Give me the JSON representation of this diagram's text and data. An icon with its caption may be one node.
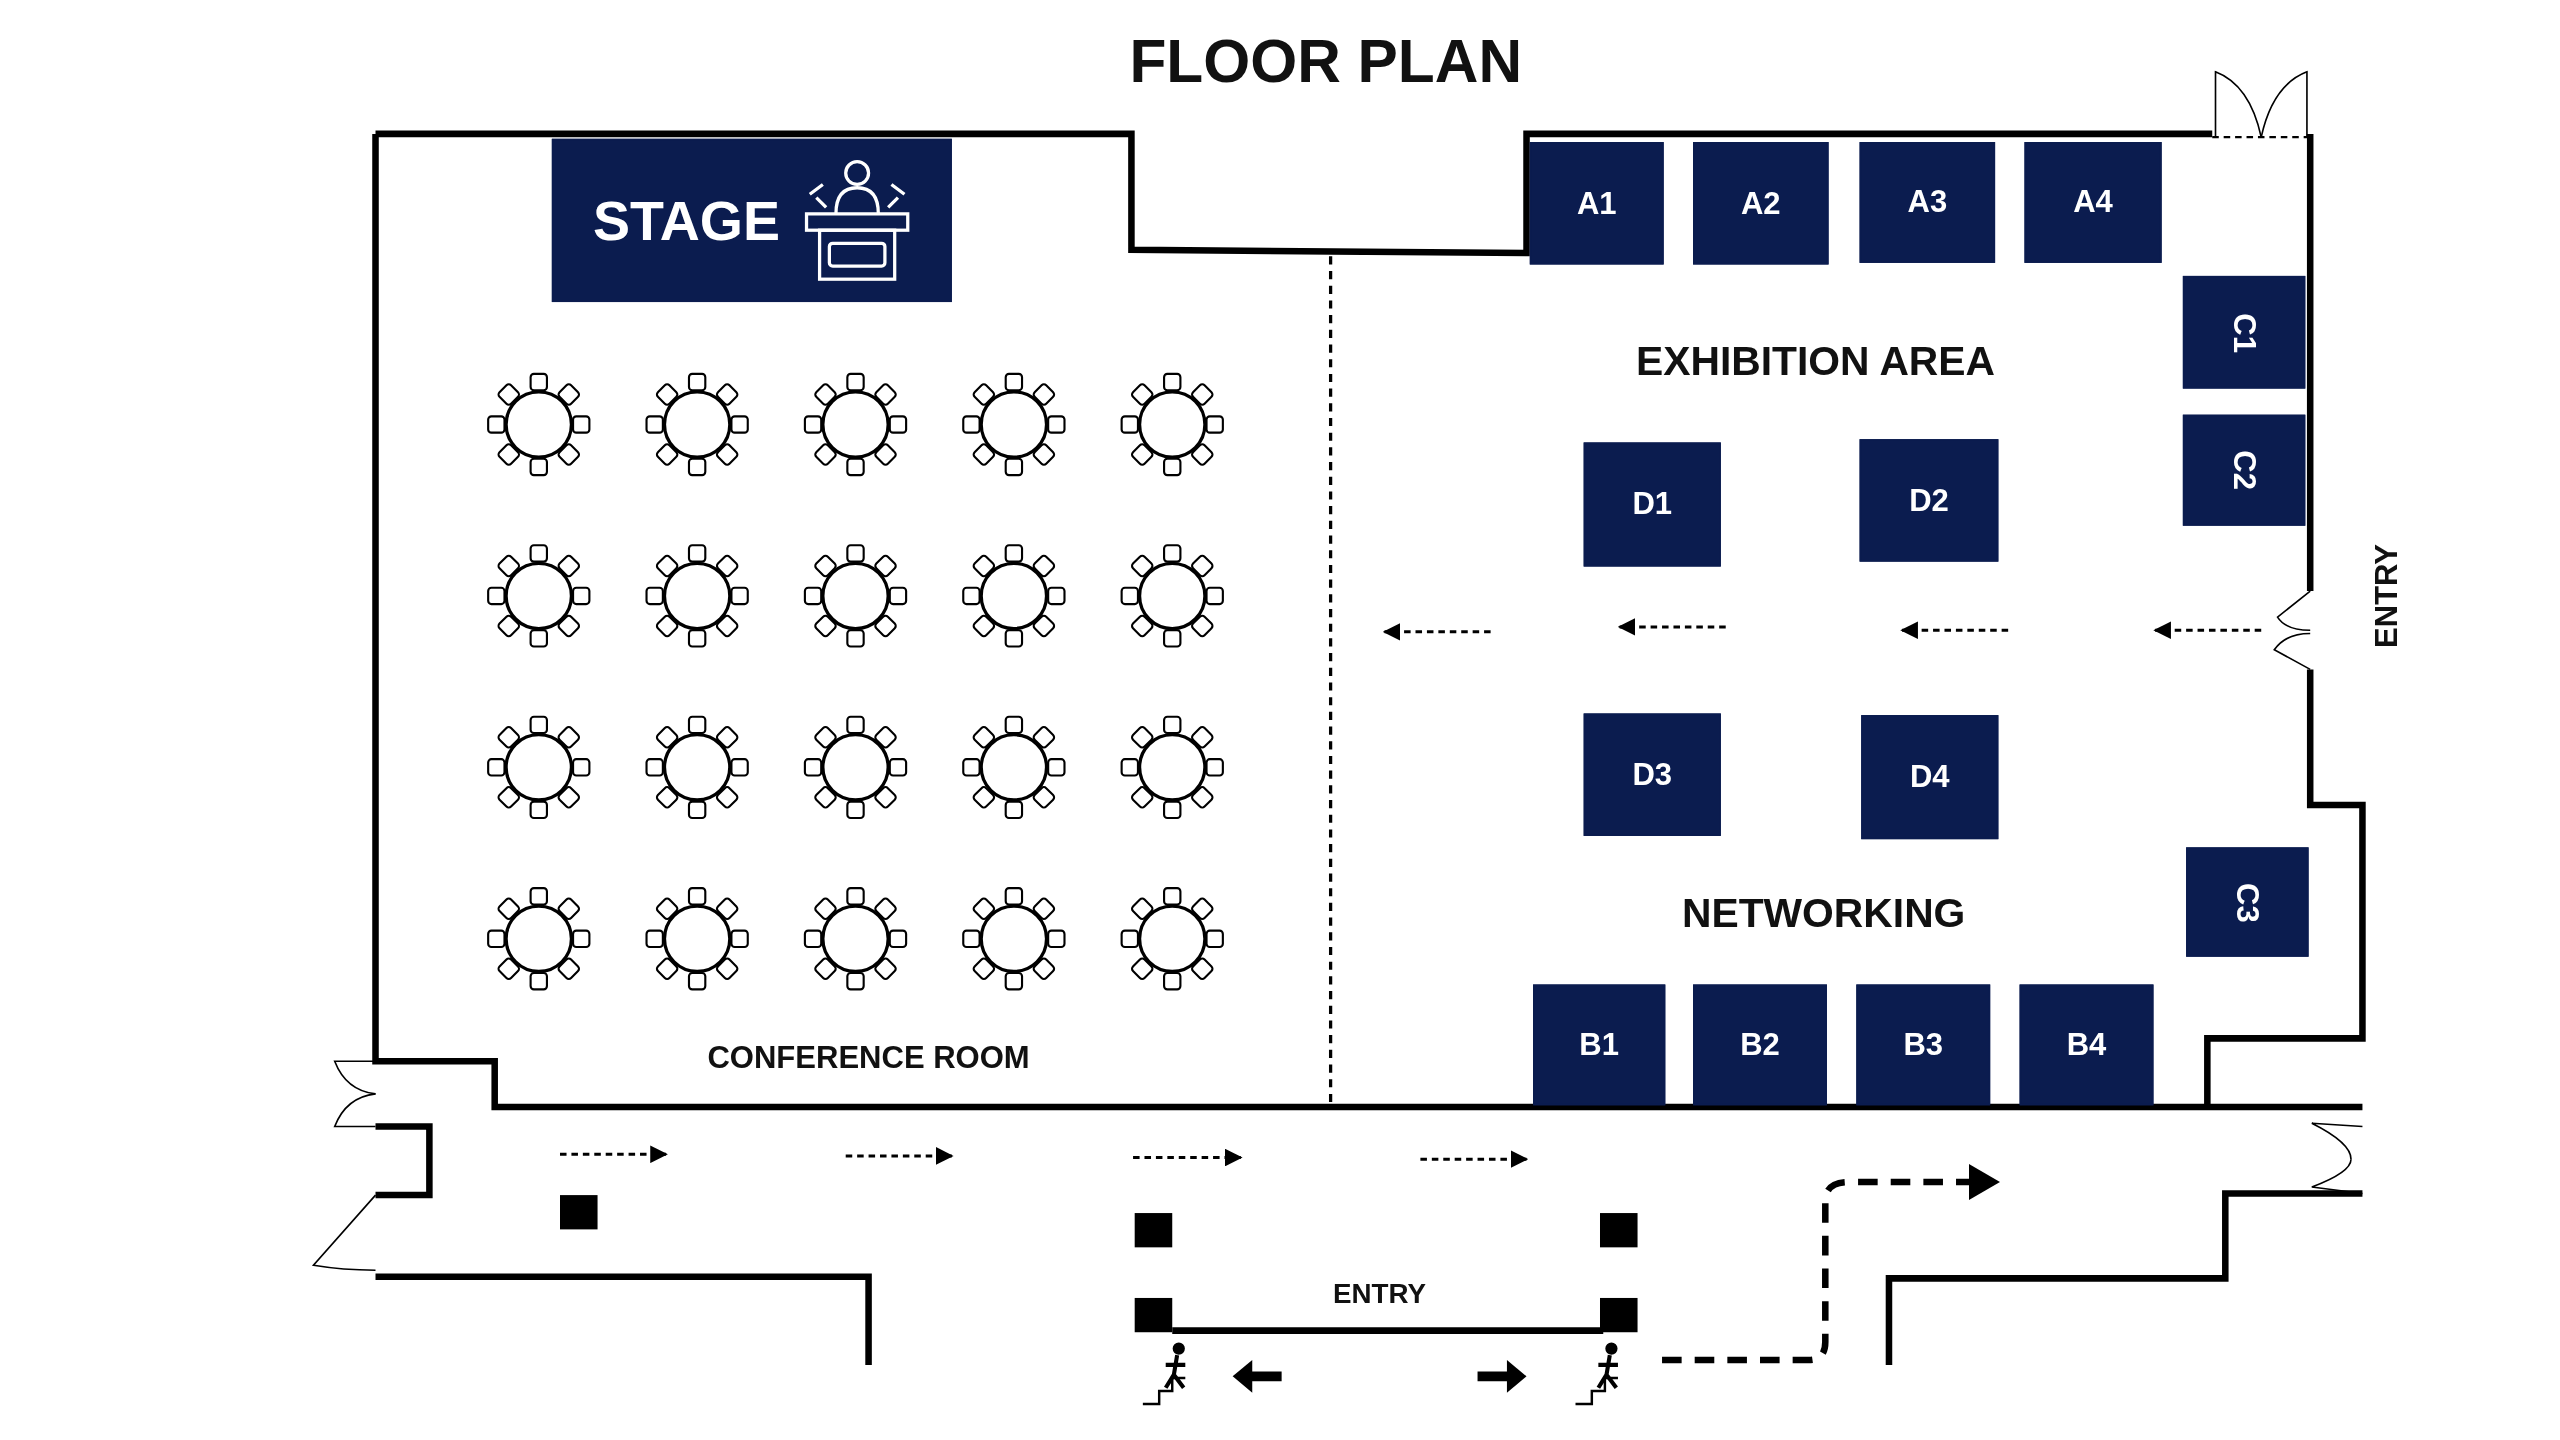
{
  "diagram": {
    "title": "FLOOR PLAN",
    "nodes": [
      {
        "text": [
          "STAGE"
        ]
      },
      {
        "text": [
          "A1"
        ]
      },
      {
        "text": [
          "A2"
        ]
      },
      {
        "text": [
          "A3"
        ]
      },
      {
        "text": [
          "A4"
        ]
      },
      {
        "text": [
          "C1"
        ]
      },
      {
        "text": [
          "C2"
        ]
      },
      {
        "text": [
          "D1"
        ]
      },
      {
        "text": [
          "D2"
        ]
      },
      {
        "text": [
          "D3"
        ]
      },
      {
        "text": [
          "D4"
        ]
      },
      {
        "text": [
          "C3"
        ]
      },
      {
        "text": [
          "B1"
        ]
      },
      {
        "text": [
          "B2"
        ]
      },
      {
        "text": [
          "B3"
        ]
      },
      {
        "text": [
          "B4"
        ]
      }
    ],
    "edges": [],
    "labels": [
      "EXHIBITION AREA",
      "ENTRY",
      "NETWORKING",
      "CONFERENCE ROOM",
      "ENTRY"
    ]
  }
}
